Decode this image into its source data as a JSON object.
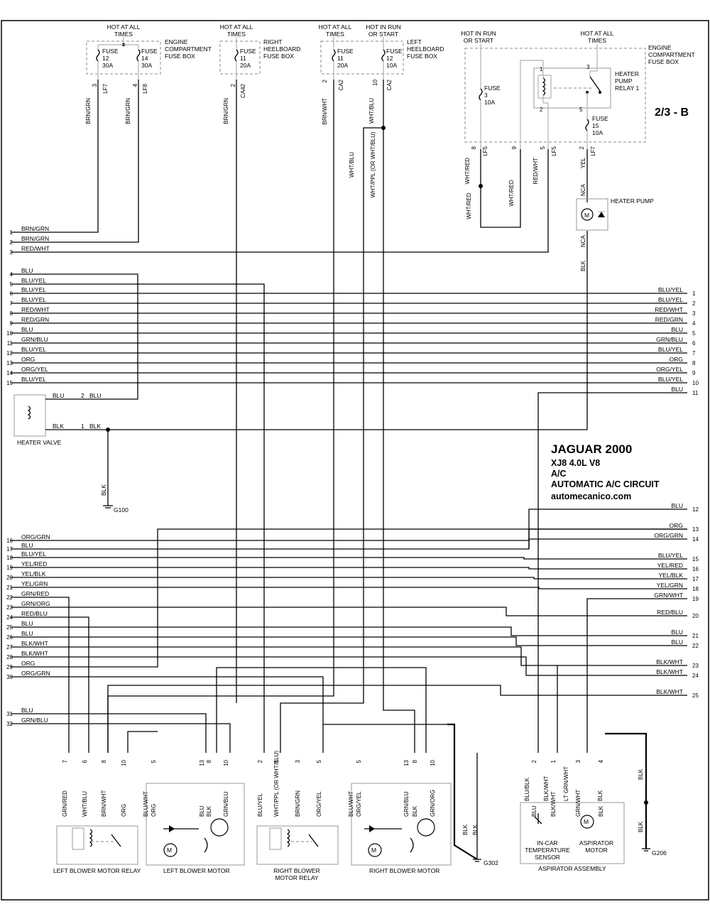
{
  "title_block": {
    "make_year": "JAGUAR  2000",
    "model": "XJ8  4.0L  V8",
    "system": "A/C",
    "circuit": "AUTOMATIC A/C CIRCUIT",
    "website": "automecanico.com"
  },
  "page_ref": "2/3 - B",
  "power_sources": [
    {
      "id": "ps1",
      "text": [
        "HOT AT ALL",
        "TIMES"
      ]
    },
    {
      "id": "ps2",
      "text": [
        "HOT AT ALL",
        "TIMES"
      ]
    },
    {
      "id": "ps3",
      "text": [
        "HOT AT ALL",
        "TIMES"
      ]
    },
    {
      "id": "ps4",
      "text": [
        "HOT IN RUN",
        "OR START"
      ]
    },
    {
      "id": "ps5",
      "text": [
        "HOT IN RUN",
        "OR START"
      ]
    },
    {
      "id": "ps6",
      "text": [
        "HOT AT ALL",
        "TIMES"
      ]
    }
  ],
  "fuse_boxes": [
    {
      "id": "fb1",
      "text": [
        "ENGINE",
        "COMPARTMENT",
        "FUSE BOX"
      ]
    },
    {
      "id": "fb2",
      "text": [
        "RIGHT",
        "HEELBOARD",
        "FUSE BOX"
      ]
    },
    {
      "id": "fb3",
      "text": [
        "LEFT",
        "HEELBOARD",
        "FUSE BOX"
      ]
    },
    {
      "id": "fb4",
      "text": [
        "ENGINE",
        "COMPARTMENT",
        "FUSE BOX"
      ]
    }
  ],
  "fuses": [
    {
      "id": "f12a",
      "text": [
        "FUSE",
        "12",
        "30A"
      ]
    },
    {
      "id": "f14",
      "text": [
        "FUSE",
        "14",
        "30A"
      ]
    },
    {
      "id": "f11a",
      "text": [
        "FUSE",
        "11",
        "20A"
      ]
    },
    {
      "id": "f11b",
      "text": [
        "FUSE",
        "11",
        "20A"
      ]
    },
    {
      "id": "f12b",
      "text": [
        "FUSE",
        "12",
        "10A"
      ]
    },
    {
      "id": "f3",
      "text": [
        "FUSE",
        "3",
        "10A"
      ]
    },
    {
      "id": "f15",
      "text": [
        "FUSE",
        "15",
        "10A"
      ]
    }
  ],
  "left_connector": [
    {
      "n": "1",
      "c": "BRN/GRN"
    },
    {
      "n": "2",
      "c": "BRN/GRN"
    },
    {
      "n": "3",
      "c": "RED/WHT"
    },
    {
      "n": "4",
      "c": "BLU"
    },
    {
      "n": "5",
      "c": "BLU/YEL"
    },
    {
      "n": "6",
      "c": "BLU/YEL"
    },
    {
      "n": "7",
      "c": "BLU/YEL"
    },
    {
      "n": "8",
      "c": "RED/WHT"
    },
    {
      "n": "9",
      "c": "RED/GRN"
    },
    {
      "n": "10",
      "c": "BLU"
    },
    {
      "n": "11",
      "c": "GRN/BLU"
    },
    {
      "n": "12",
      "c": "BLU/YEL"
    },
    {
      "n": "13",
      "c": "ORG"
    },
    {
      "n": "14",
      "c": "ORG/YEL"
    },
    {
      "n": "15",
      "c": "BLU/YEL"
    },
    {
      "n": "16",
      "c": "ORG/GRN"
    },
    {
      "n": "17",
      "c": "BLU"
    },
    {
      "n": "18",
      "c": "BLU/YEL"
    },
    {
      "n": "19",
      "c": "YEL/RED"
    },
    {
      "n": "20",
      "c": "YEL/BLK"
    },
    {
      "n": "21",
      "c": "YEL/GRN"
    },
    {
      "n": "22",
      "c": "GRN/RED"
    },
    {
      "n": "23",
      "c": "GRN/ORG"
    },
    {
      "n": "24",
      "c": "RED/BLU"
    },
    {
      "n": "25",
      "c": "BLU"
    },
    {
      "n": "26",
      "c": "BLU"
    },
    {
      "n": "27",
      "c": "BLK/WHT"
    },
    {
      "n": "28",
      "c": "BLK/WHT"
    },
    {
      "n": "29",
      "c": "ORG"
    },
    {
      "n": "30",
      "c": "ORG/GRN"
    },
    {
      "n": "31",
      "c": "BLU"
    },
    {
      "n": "32",
      "c": "GRN/BLU"
    }
  ],
  "right_connector": [
    {
      "n": "1",
      "c": "BLU/YEL"
    },
    {
      "n": "2",
      "c": "BLU/YEL"
    },
    {
      "n": "3",
      "c": "RED/WHT"
    },
    {
      "n": "4",
      "c": "RED/GRN"
    },
    {
      "n": "5",
      "c": "BLU"
    },
    {
      "n": "6",
      "c": "GRN/BLU"
    },
    {
      "n": "7",
      "c": "BLU/YEL"
    },
    {
      "n": "8",
      "c": "ORG"
    },
    {
      "n": "9",
      "c": "ORG/YEL"
    },
    {
      "n": "10",
      "c": "BLU/YEL"
    },
    {
      "n": "11",
      "c": "BLU"
    },
    {
      "n": "12",
      "c": "BLU"
    },
    {
      "n": "13",
      "c": "ORG"
    },
    {
      "n": "14",
      "c": "ORG/GRN"
    },
    {
      "n": "15",
      "c": "BLU/YEL"
    },
    {
      "n": "16",
      "c": "YEL/RED"
    },
    {
      "n": "17",
      "c": "YEL/BLK"
    },
    {
      "n": "18",
      "c": "YEL/GRN"
    },
    {
      "n": "19",
      "c": "GRN/WHT"
    },
    {
      "n": "20",
      "c": "RED/BLU"
    },
    {
      "n": "21",
      "c": "BLU"
    },
    {
      "n": "22",
      "c": "BLU"
    },
    {
      "n": "23",
      "c": "BLK/WHT"
    },
    {
      "n": "24",
      "c": "BLK/WHT"
    },
    {
      "n": "25",
      "c": "BLK/WHT"
    }
  ],
  "fuse_outputs": [
    {
      "id": "o1",
      "pin": "3",
      "conn": "LF7",
      "color": "BRN/GRN"
    },
    {
      "id": "o2",
      "pin": "4",
      "conn": "LF8",
      "color": "BRN/GRN"
    },
    {
      "id": "o3",
      "pin": "2",
      "conn": "CA42",
      "color": "BRN/GRN"
    },
    {
      "id": "o4",
      "pin": "2",
      "conn": "CA2",
      "color": "BRN/WHT"
    },
    {
      "id": "o5",
      "pin": "10",
      "conn": "CA2",
      "color": "WHT/BLU"
    },
    {
      "id": "o6",
      "pin": "8",
      "conn": "LF5",
      "color": "WHT/RED"
    },
    {
      "id": "o7",
      "pin": "9",
      "conn": "",
      "color": "WHT/RED"
    },
    {
      "id": "o8",
      "pin": "5",
      "conn": "LF5",
      "color": "RED/WHT"
    },
    {
      "id": "o9",
      "pin": "2",
      "conn": "LF7",
      "color": "YEL"
    }
  ],
  "misc_labels": {
    "wht_blu_split": "WHT/BLU",
    "wht_ppl_or": "WHT/PPL (OR WHT/BLU)",
    "wht_red_mid": "WHT/RED",
    "wht_red_low": "WHT/RED",
    "heater_pump_relay": [
      "HEATER",
      "PUMP",
      "RELAY 1"
    ],
    "heater_pump": "HEATER PUMP",
    "nca1": "NCA",
    "nca2": "NCA",
    "blk_pump": "BLK",
    "heater_valve": "HEATER VALVE",
    "hv_blu_left": "BLU",
    "hv_blu_right": "BLU",
    "hv_blk_left": "BLK",
    "hv_blk_right": "BLK",
    "hv_pin2": "2",
    "hv_pin1": "1",
    "g100_blk": "BLK",
    "g100": "G100",
    "g302": "G302",
    "g206": "G206",
    "g302_blk1": "BLK",
    "g302_blk2": "BLK",
    "g206_blk1": "BLK",
    "g206_blk2": "BLK"
  },
  "components": {
    "left_blower_relay": "LEFT BLOWER MOTOR RELAY",
    "left_blower_motor": "LEFT BLOWER MOTOR",
    "right_blower_relay": [
      "RIGHT BLOWER",
      "MOTOR RELAY"
    ],
    "right_blower_motor": "RIGHT BLOWER MOTOR",
    "aspirator_assembly": "ASPIRATOR ASSEMBLY",
    "incar_sensor": [
      "IN-CAR",
      "TEMPERATURE",
      "SENSOR"
    ],
    "aspirator_motor": [
      "ASPIRATOR",
      "MOTOR"
    ]
  },
  "bottom_pins": {
    "lbr": [
      {
        "p": "7",
        "c": "GRN/RED"
      },
      {
        "p": "6",
        "c": "WHT/BLU"
      },
      {
        "p": "8",
        "c": "BRN/WHT"
      },
      {
        "p": "10",
        "c": "ORG"
      }
    ],
    "lbm": [
      {
        "p": "",
        "c": "BLU/WHT"
      },
      {
        "p": "5",
        "c": "ORG"
      },
      {
        "p": "13",
        "c": "BLU"
      },
      {
        "p": "8",
        "c": "BLK"
      },
      {
        "p": "10",
        "c": "GRN/BLU"
      }
    ],
    "rbr": [
      {
        "p": "2",
        "c": "BLU/YEL"
      },
      {
        "p": "1",
        "c": "WHT/PPL (OR WHT/BLU)"
      },
      {
        "p": "3",
        "c": "BRN/GRN"
      },
      {
        "p": "5",
        "c": "ORG/YEL"
      }
    ],
    "rbm": [
      {
        "p": "",
        "c": "BLU/WHT"
      },
      {
        "p": "5",
        "c": "ORG/YEL"
      },
      {
        "p": "13",
        "c": "GRN/BLU"
      },
      {
        "p": "8",
        "c": "BLK"
      },
      {
        "p": "10",
        "c": "GRN/ORG"
      }
    ],
    "asp": [
      {
        "p": "2",
        "c": "BLU"
      },
      {
        "p": "1",
        "c": "BLK/WHT"
      },
      {
        "p": "3",
        "c": "GRN/WHT"
      },
      {
        "p": "4",
        "c": "BLK"
      }
    ],
    "asp_inner": [
      {
        "c": "BLU/BLK"
      },
      {
        "c": "BLK/WHT"
      },
      {
        "c": "LT GRN/WHT"
      },
      {
        "c": "BLK"
      }
    ]
  }
}
